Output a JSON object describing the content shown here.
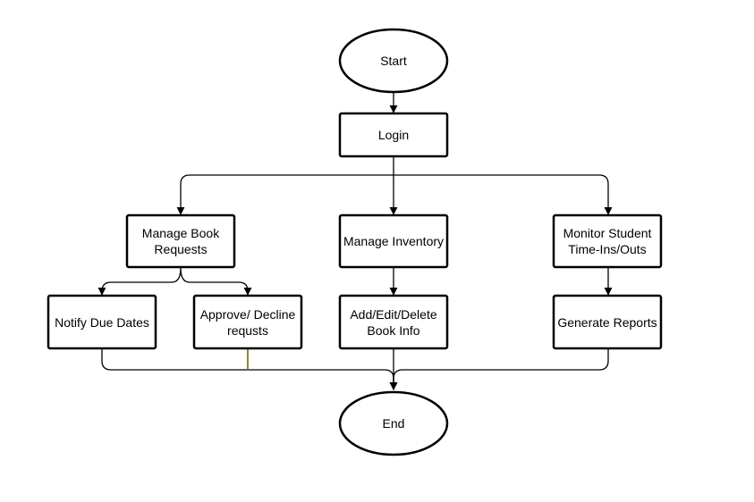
{
  "diagram": {
    "nodes": {
      "start": "Start",
      "login": "Login",
      "manage_requests": [
        "Manage Book",
        "Requests"
      ],
      "manage_inventory": "Manage Inventory",
      "monitor_student": [
        "Monitor Student",
        "Time-Ins/Outs"
      ],
      "notify_due": "Notify Due Dates",
      "approve_decline": [
        "Approve/ Decline",
        "requsts"
      ],
      "add_edit_delete": [
        "Add/Edit/Delete",
        "Book Info"
      ],
      "generate_reports": "Generate Reports",
      "end": "End"
    }
  }
}
